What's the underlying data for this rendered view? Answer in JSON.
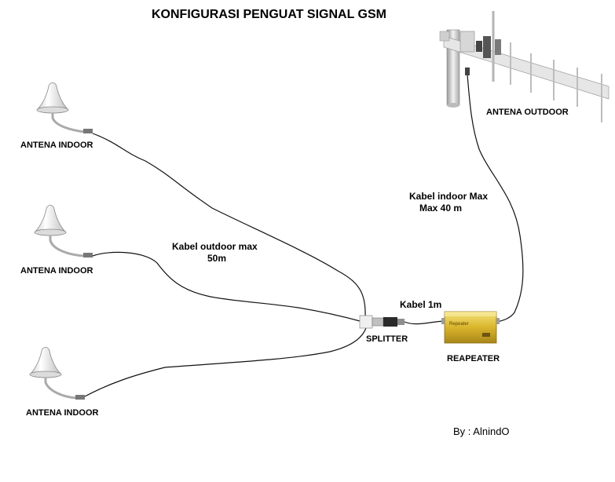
{
  "title": "KONFIGURASI PENGUAT SIGNAL GSM",
  "labels": {
    "antenna_outdoor": "ANTENA  OUTDOOR",
    "antenna_indoor_1": "ANTENA INDOOR",
    "antenna_indoor_2": "ANTENA INDOOR",
    "antenna_indoor_3": "ANTENA INDOOR",
    "splitter": "SPLITTER",
    "repeater": "REAPEATER",
    "repeater_plate": "Repeater"
  },
  "cables": {
    "indoor_max_line1": "Kabel indoor Max",
    "indoor_max_line2": "Max 40 m",
    "outdoor_max_line1": "Kabel outdoor max",
    "outdoor_max_line2": "50m",
    "short_cable": "Kabel 1m"
  },
  "credit": "By : AlnindO",
  "colors": {
    "cable": "#111111",
    "antenna_body": "#e8e8e8",
    "repeater_gold": "#d8b52a",
    "mast": "#c9c9c9"
  }
}
